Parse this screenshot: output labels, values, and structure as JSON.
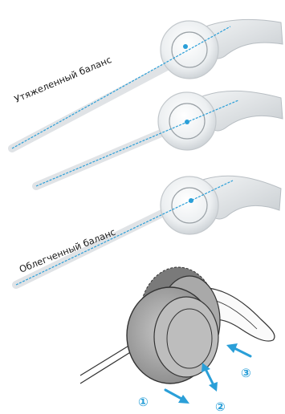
{
  "labels": {
    "heavy_balance": "Утяжеленный баланс",
    "light_balance": "Облегченный баланс"
  },
  "steps": [
    "①",
    "②",
    "③"
  ],
  "colors": {
    "accent": "#2a9fd8",
    "housing": "#e9ecef",
    "hook": "#d9dde0"
  }
}
